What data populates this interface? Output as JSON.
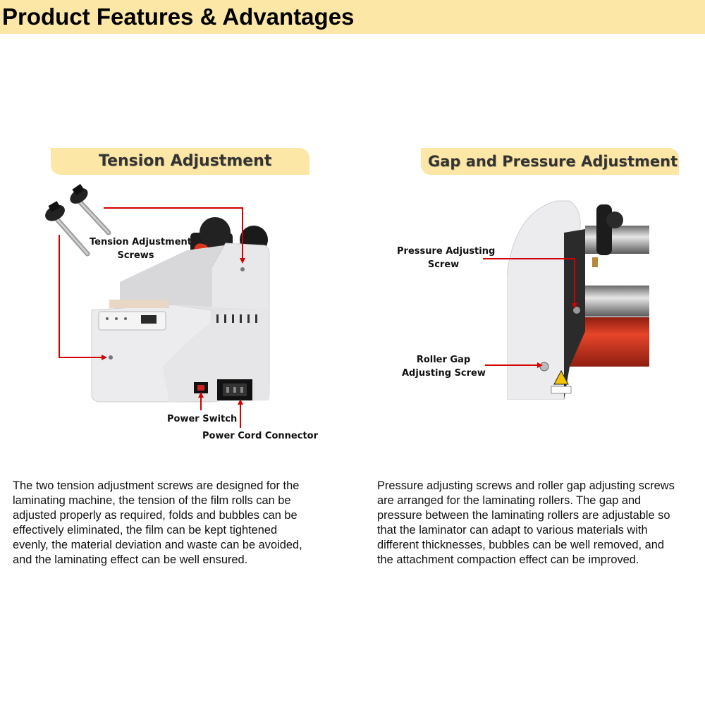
{
  "page": {
    "title": "Product Features & Advantages"
  },
  "tension_section": {
    "heading": "Tension Adjustment",
    "labels": {
      "screws_line1": "Tension Adjustment",
      "screws_line2": "Screws",
      "power_switch": "Power Switch",
      "power_cord": "Power Cord Connector"
    },
    "description": [
      "The two tension adjustment screws are designed for the",
      "laminating machine, the tension of the film rolls can be",
      "adjusted properly as required, folds and bubbles can be",
      "effectively eliminated, the film can be kept tightened",
      "evenly, the material deviation and waste can be avoided,",
      "and the laminating effect can be well ensured."
    ]
  },
  "gap_section": {
    "heading": "Gap and Pressure Adjustment",
    "labels": {
      "pressure_line1": "Pressure Adjusting",
      "pressure_line2": "Screw",
      "roller_line1": "Roller Gap",
      "roller_line2": "Adjusting Screw"
    },
    "description": [
      "Pressure adjusting screws and roller gap adjusting screws",
      "are arranged for the laminating rollers. The gap and",
      "pressure between the laminating rollers are adjustable so",
      "that the laminator can adapt to various materials with",
      "different thicknesses, bubbles can be well removed, and",
      "the attachment compaction effect can be improved."
    ]
  },
  "colors": {
    "banner": "#fde7a6",
    "callout_line": "#d40000",
    "roller": "#d9361c",
    "machine_body": "#e4e4e6"
  }
}
